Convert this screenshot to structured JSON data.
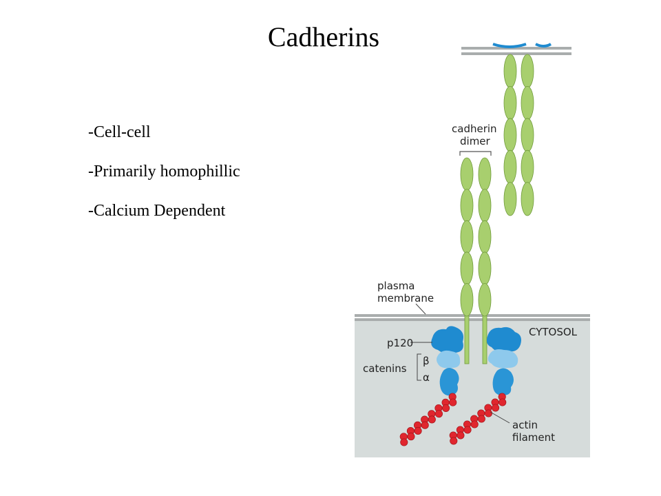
{
  "title": "Cadherins",
  "bullets": [
    "-Cell-cell",
    "-Primarily homophillic",
    "-Calcium Dependent"
  ],
  "labels": {
    "cadherin_dimer_line1": "cadherin",
    "cadherin_dimer_line2": "dimer",
    "plasma_membrane_line1": "plasma",
    "plasma_membrane_line2": "membrane",
    "cytosol": "CYTOSOL",
    "p120": "p120",
    "catenins": "catenins",
    "beta": "β",
    "alpha": "α",
    "actin_line1": "actin",
    "actin_line2": "filament"
  },
  "colors": {
    "cytosol_fill": "#d6dcdb",
    "membrane": "#a9adad",
    "cadherin_green": "#a8cf6e",
    "cadherin_outline": "#6f9a3a",
    "p120_blue": "#1f8bd0",
    "beta_blue": "#8ec9ec",
    "alpha_blue": "#2a95d6",
    "actin_red": "#e0262e"
  }
}
